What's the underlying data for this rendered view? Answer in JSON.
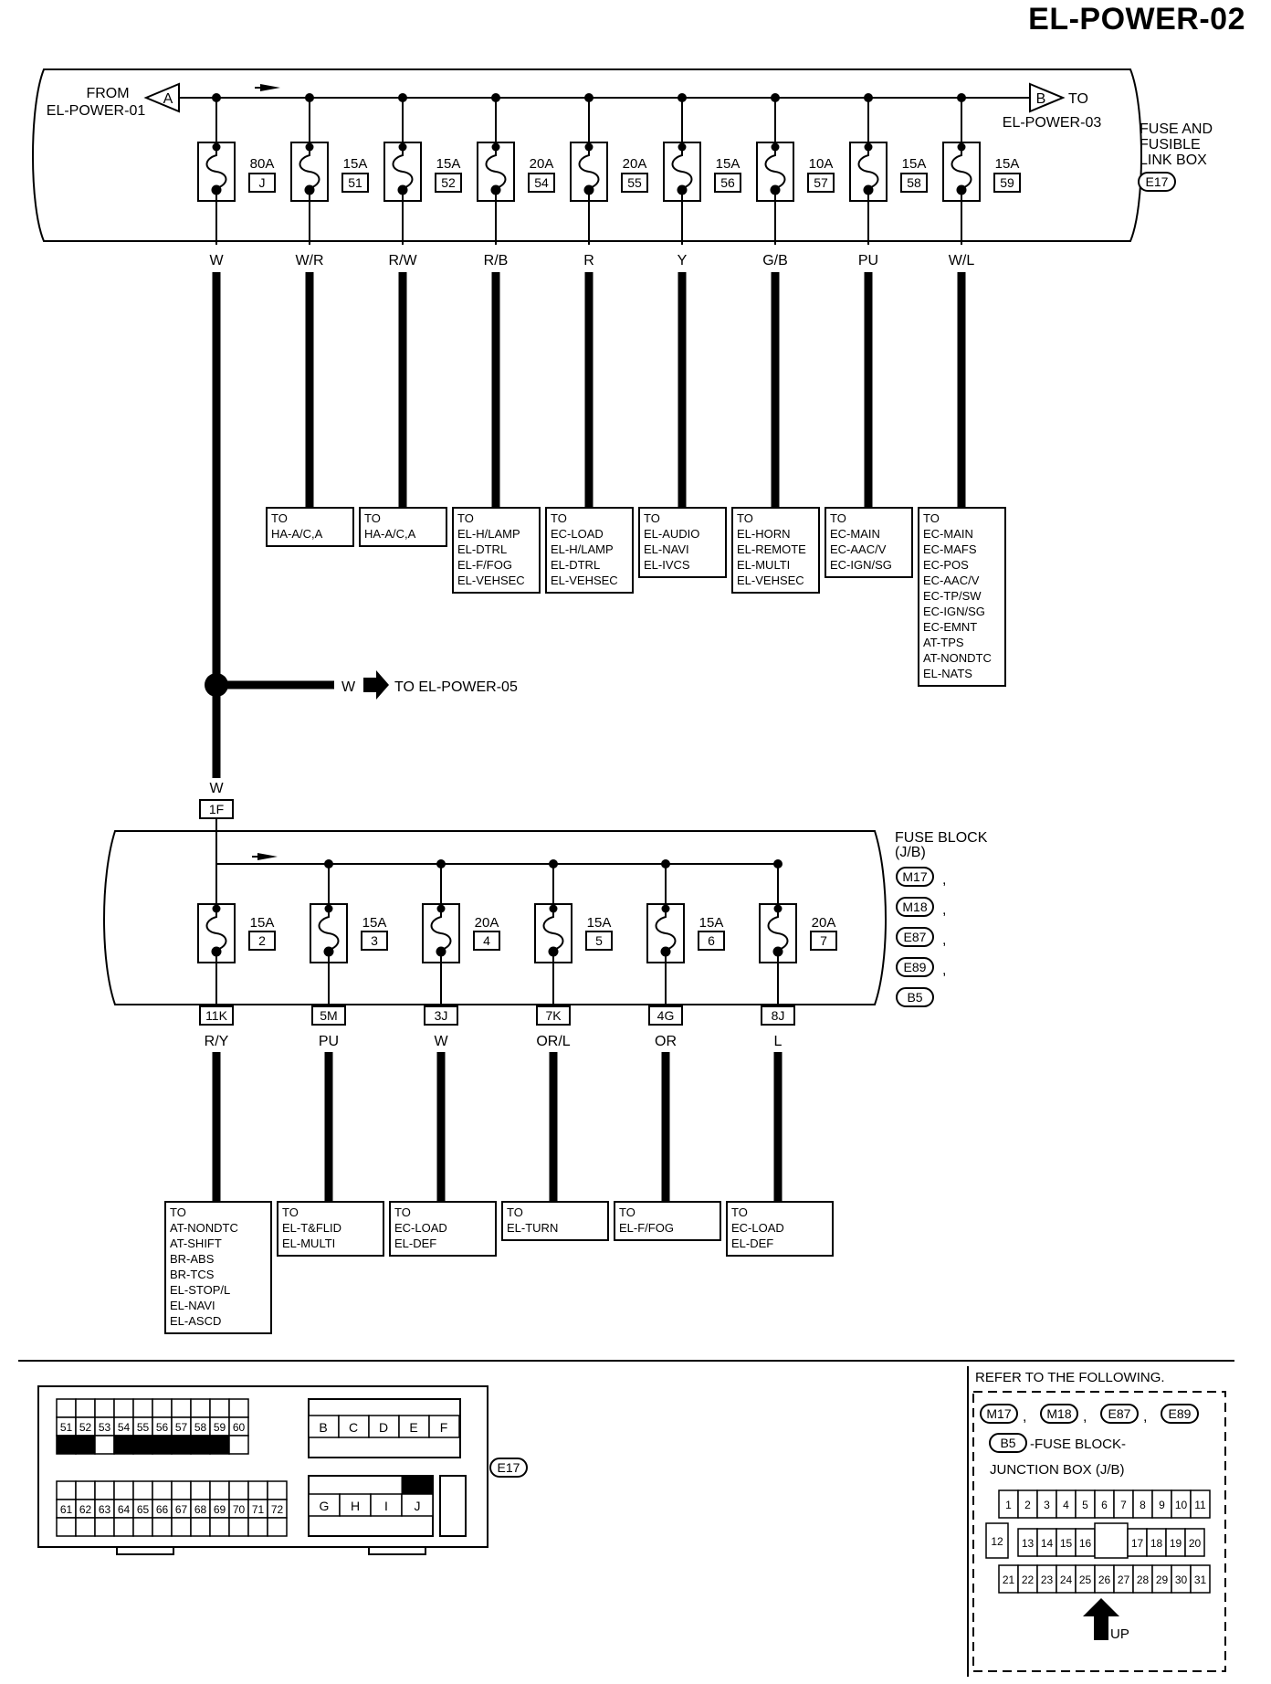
{
  "title": "EL-POWER-02",
  "top_box": {
    "from_label_1": "FROM",
    "from_label_2": "EL-POWER-01",
    "connector_a": "A",
    "connector_b": "B",
    "to_label_1": "TO",
    "to_label_2": "EL-POWER-03",
    "box_label_lines": [
      "FUSE AND",
      "FUSIBLE",
      "LINK BOX"
    ],
    "box_connector": "E17",
    "fuses": [
      {
        "amp": "80A",
        "id": "J",
        "wire": "W",
        "dest": []
      },
      {
        "amp": "15A",
        "id": "51",
        "wire": "W/R",
        "dest": [
          "TO",
          "HA-A/C,A"
        ]
      },
      {
        "amp": "15A",
        "id": "52",
        "wire": "R/W",
        "dest": [
          "TO",
          "HA-A/C,A"
        ]
      },
      {
        "amp": "20A",
        "id": "54",
        "wire": "R/B",
        "dest": [
          "TO",
          "EL-H/LAMP",
          "EL-DTRL",
          "EL-F/FOG",
          "EL-VEHSEC"
        ]
      },
      {
        "amp": "20A",
        "id": "55",
        "wire": "R",
        "dest": [
          "TO",
          "EC-LOAD",
          "EL-H/LAMP",
          "EL-DTRL",
          "EL-VEHSEC"
        ]
      },
      {
        "amp": "15A",
        "id": "56",
        "wire": "Y",
        "dest": [
          "TO",
          "EL-AUDIO",
          "EL-NAVI",
          "EL-IVCS"
        ]
      },
      {
        "amp": "10A",
        "id": "57",
        "wire": "G/B",
        "dest": [
          "TO",
          "EL-HORN",
          "EL-REMOTE",
          "EL-MULTI",
          "EL-VEHSEC"
        ]
      },
      {
        "amp": "15A",
        "id": "58",
        "wire": "PU",
        "dest": [
          "TO",
          "EC-MAIN",
          "EC-AAC/V",
          "EC-IGN/SG"
        ]
      },
      {
        "amp": "15A",
        "id": "59",
        "wire": "W/L",
        "dest": [
          "TO",
          "EC-MAIN",
          "EC-MAFS",
          "EC-POS",
          "EC-AAC/V",
          "EC-TP/SW",
          "EC-IGN/SG",
          "EC-EMNT",
          "AT-TPS",
          "AT-NONDTC",
          "EL-NATS"
        ]
      }
    ]
  },
  "splice": {
    "wire": "W",
    "label": "TO EL-POWER-05"
  },
  "trunk_wire": "W",
  "trunk_connector": "1F",
  "fuse_block": {
    "label_lines": [
      "FUSE BLOCK",
      "(J/B)"
    ],
    "connectors": [
      "M17",
      "M18",
      "E87",
      "E89",
      "B5"
    ],
    "fuses": [
      {
        "amp": "15A",
        "id": "2",
        "pin": "11K",
        "wire": "R/Y",
        "dest": [
          "TO",
          "AT-NONDTC",
          "AT-SHIFT",
          "BR-ABS",
          "BR-TCS",
          "EL-STOP/L",
          "EL-NAVI",
          "EL-ASCD"
        ]
      },
      {
        "amp": "15A",
        "id": "3",
        "pin": "5M",
        "wire": "PU",
        "dest": [
          "TO",
          "EL-T&FLID",
          "EL-MULTI"
        ]
      },
      {
        "amp": "20A",
        "id": "4",
        "pin": "3J",
        "wire": "W",
        "dest": [
          "TO",
          "EC-LOAD",
          "EL-DEF"
        ]
      },
      {
        "amp": "15A",
        "id": "5",
        "pin": "7K",
        "wire": "OR/L",
        "dest": [
          "TO",
          "EL-TURN"
        ]
      },
      {
        "amp": "15A",
        "id": "6",
        "pin": "4G",
        "wire": "OR",
        "dest": [
          "TO",
          "EL-F/FOG"
        ]
      },
      {
        "amp": "20A",
        "id": "7",
        "pin": "8J",
        "wire": "L",
        "dest": [
          "TO",
          "EC-LOAD",
          "EL-DEF"
        ]
      }
    ]
  },
  "e17_connector": {
    "label": "E17",
    "row1": [
      "51",
      "52",
      "53",
      "54",
      "55",
      "56",
      "57",
      "58",
      "59",
      "60"
    ],
    "row1_filled": [
      "51",
      "52",
      "54",
      "55",
      "56",
      "57",
      "58",
      "59"
    ],
    "row2": [
      "61",
      "62",
      "63",
      "64",
      "65",
      "66",
      "67",
      "68",
      "69",
      "70",
      "71",
      "72"
    ],
    "letters_top": [
      "B",
      "C",
      "D",
      "E",
      "F"
    ],
    "letters_bottom": [
      "G",
      "H",
      "I",
      "J"
    ],
    "filled_letter": "J"
  },
  "refer_box": {
    "title": "REFER TO THE FOLLOWING.",
    "connectors": [
      "M17",
      "M18",
      "E87",
      "E89"
    ],
    "b5": "B5",
    "b5_text": "-FUSE BLOCK-",
    "jb_text": "JUNCTION BOX (J/B)",
    "row1": [
      "1",
      "2",
      "3",
      "4",
      "5",
      "6",
      "7",
      "8",
      "9",
      "10",
      "11"
    ],
    "row2": [
      "12",
      "13",
      "14",
      "15",
      "16",
      "17",
      "18",
      "19",
      "20"
    ],
    "row3": [
      "21",
      "22",
      "23",
      "24",
      "25",
      "26",
      "27",
      "28",
      "29",
      "30",
      "31"
    ],
    "up_label": "UP"
  }
}
